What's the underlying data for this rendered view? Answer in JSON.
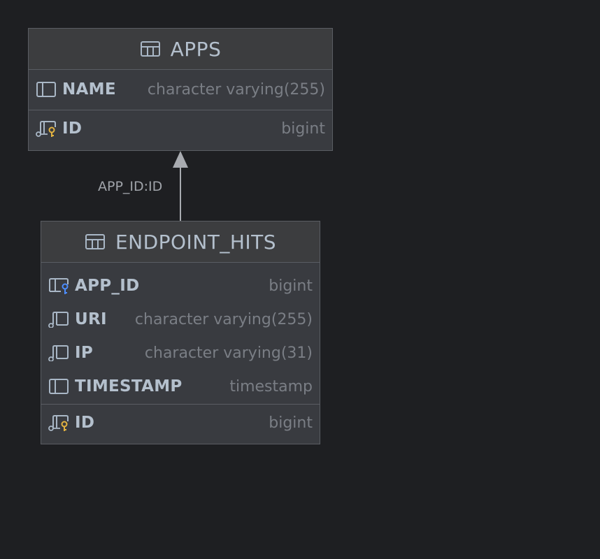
{
  "tables": {
    "apps": {
      "title": "APPS",
      "columns": [
        {
          "name": "NAME",
          "type": "character varying(255)",
          "icon": "column-icon"
        }
      ],
      "keys": [
        {
          "name": "ID",
          "type": "bigint",
          "icon": "primary-key-column-icon"
        }
      ]
    },
    "endpoint_hits": {
      "title": "ENDPOINT_HITS",
      "columns": [
        {
          "name": "APP_ID",
          "type": "bigint",
          "icon": "foreign-key-column-icon"
        },
        {
          "name": "URI",
          "type": "character varying(255)",
          "icon": "nullable-column-icon"
        },
        {
          "name": "IP",
          "type": "character varying(31)",
          "icon": "nullable-column-icon"
        },
        {
          "name": "TIMESTAMP",
          "type": "timestamp",
          "icon": "column-icon"
        }
      ],
      "keys": [
        {
          "name": "ID",
          "type": "bigint",
          "icon": "primary-key-column-icon"
        }
      ]
    }
  },
  "relation": {
    "label": "APP_ID:ID"
  },
  "colors": {
    "background": "#1e1f22",
    "primary_key": "#e3b341",
    "foreign_key": "#4c8dff",
    "arrow": "#a8abb0"
  }
}
